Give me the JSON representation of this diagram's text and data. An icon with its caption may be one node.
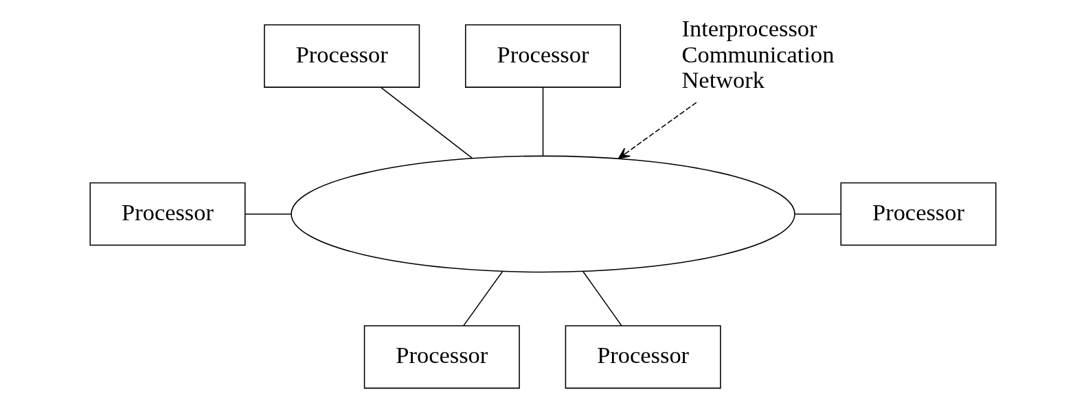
{
  "diagram": {
    "nodes": [
      {
        "text": [
          "Processor"
        ]
      },
      {
        "text": [
          "Processor"
        ]
      },
      {
        "text": [
          "Interprocessor Communication Network"
        ]
      },
      {
        "text": [
          "Processor"
        ]
      },
      {
        "text": [],
        "shape": "ellipse"
      },
      {
        "text": [
          "Processor"
        ]
      },
      {
        "text": [
          "Processor"
        ]
      },
      {
        "text": [
          "Processor"
        ]
      }
    ],
    "edges": [
      {
        "from": 0,
        "to": 4,
        "arrow": "none"
      },
      {
        "from": 1,
        "to": 4,
        "arrow": "none"
      },
      {
        "from": 2,
        "to": 4,
        "arrow": "to",
        "style": "dashed"
      },
      {
        "from": 3,
        "to": 4,
        "arrow": "none"
      },
      {
        "from": 4,
        "to": 5,
        "arrow": "none"
      },
      {
        "from": 4,
        "to": 6,
        "arrow": "none"
      },
      {
        "from": 4,
        "to": 7,
        "arrow": "none"
      }
    ]
  }
}
